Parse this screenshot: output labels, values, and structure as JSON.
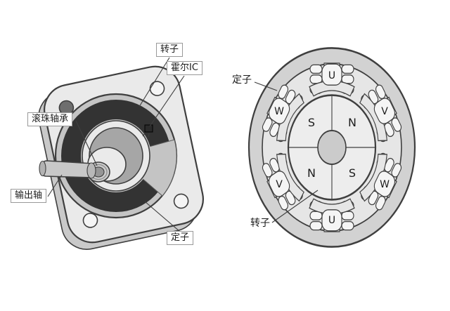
{
  "left_diagram": {
    "callouts": {
      "rotor": "转子",
      "hall_ic": "霍尔IC",
      "ball_bearing": "滚珠轴承",
      "output_shaft": "输出轴",
      "stator": "定子"
    }
  },
  "right_diagram": {
    "callouts": {
      "stator": "定子",
      "rotor": "转子"
    },
    "stator_phase_labels": {
      "top": "U",
      "top_right": "V",
      "bottom_right": "W",
      "bottom": "U",
      "bottom_left": "V",
      "top_left": "W"
    },
    "rotor_pole_labels": {
      "top_left": "S",
      "top_right": "N",
      "bottom_left": "N",
      "bottom_right": "S"
    }
  },
  "colors": {
    "outline": "#3f3f3f",
    "stator_ring": "#d2d2d2",
    "inner_fill": "#e6e6e6",
    "coil_fill": "#f5f5f5",
    "rotor_fill": "#ededed",
    "hub_fill": "#cbcbcb",
    "winding_dark": "#333333",
    "metal_light": "#eaeaea",
    "metal_mid": "#c4c4c4",
    "metal_dark": "#a6a6a6",
    "flange_side": "#c9c9c9",
    "label_border": "#999999",
    "line_color": "#3f3f3f",
    "text_color": "#1c1c1c",
    "background": "#ffffff"
  }
}
